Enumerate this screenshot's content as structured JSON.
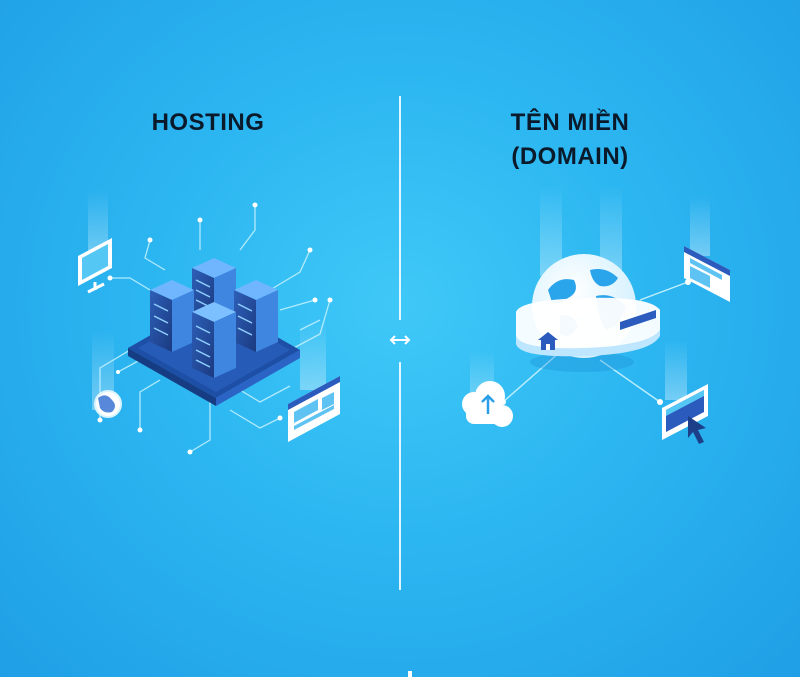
{
  "hosting": {
    "title": "HOSTING"
  },
  "domain": {
    "title_line1": "TÊN MIỀN",
    "title_line2": "(DOMAIN)"
  },
  "colors": {
    "background": "#2cb6f1",
    "server_dark": "#1f3f86",
    "server_light": "#4a9df0",
    "circuit": "#bfefff",
    "text": "#0a1a2b",
    "divider": "#ffffff"
  },
  "icons": [
    "server-rack-icon",
    "monitor-icon",
    "browser-window-icon",
    "globe-clock-icon",
    "globe-icon",
    "home-icon",
    "cloud-upload-icon",
    "cursor-icon",
    "swap-arrows-icon"
  ]
}
